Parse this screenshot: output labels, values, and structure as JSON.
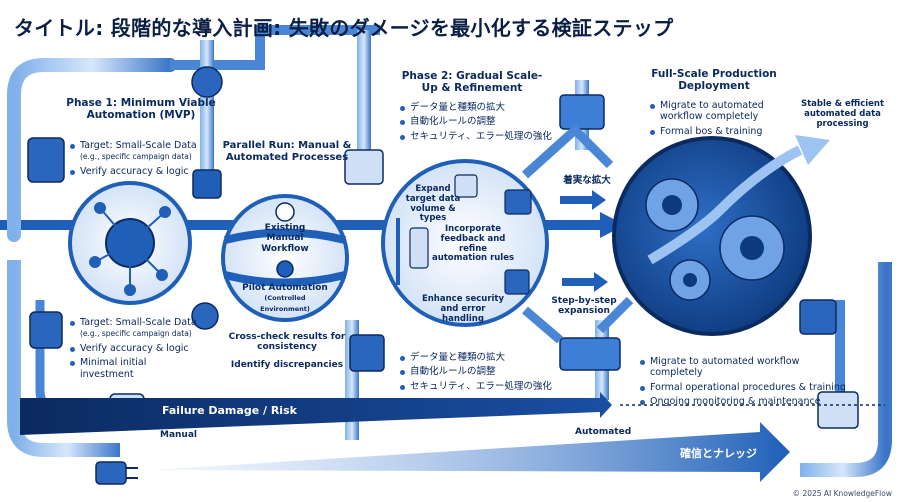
{
  "title": "タイトル: 段階的な導入計画: 失敗のダメージを最小化する検証ステップ",
  "phase1": {
    "heading": "Phase 1: Minimum Viable Automation (MVP)",
    "bullets_top": [
      "Target: Small-Scale Data",
      "Verify accuracy & logic"
    ],
    "bullets_top_sub": "(e.g., specific campaign data)",
    "bullets_bottom": [
      "Target: Small-Scale Data",
      "Verify accuracy & logic",
      "Minimal initial investment"
    ],
    "bullets_bottom_sub": "(e.g., specific campaign data)"
  },
  "parallel": {
    "heading": "Parallel Run: Manual & Automated Processes",
    "manual_label": "Existing Manual Workflow",
    "pilot_label": "Pilot Automation",
    "pilot_sub": "(Controlled Environment)",
    "note1": "Cross-check results for consistency",
    "note2": "Identify discrepancies"
  },
  "phase2": {
    "heading": "Phase 2: Gradual Scale-Up & Refinement",
    "bullets_top": [
      "データ量と種類の拡大",
      "自動化ルールの調整",
      "セキュリティ、エラー処理の強化"
    ],
    "inner1": "Expand target data volume & types",
    "inner2": "Incorporate feedback and refine automation rules",
    "inner3": "Enhance security and error handling",
    "bullets_bottom": [
      "データ量と種類の拡大",
      "自動化ルールの調整",
      "セキュリティ、エラー処理の強化"
    ],
    "arrow_top": "着実な拡大",
    "arrow_bottom": "Step-by-step expansion"
  },
  "fullscale": {
    "heading": "Full-Scale Production Deployment",
    "bullets_top": [
      "Migrate to automated workflow completely",
      "Formal bos & training"
    ],
    "arrow_label": "Stable & efficient automated data processing",
    "bullets_bottom": [
      "Migrate to automated workflow completely",
      "Formal operational procedures & training",
      "Ongoing monitoring & maintenance"
    ]
  },
  "risk": {
    "label": "Failure Damage / Risk",
    "manual": "Manual",
    "automated": "Automated",
    "confidence": "確信とナレッジ"
  },
  "footer": "© 2025 AI KnowledgeFlow",
  "colors": {
    "navy": "#0b2a60",
    "blue": "#1f5fb8",
    "light": "#dbe8f8",
    "pipe": "#3d7fd6"
  }
}
